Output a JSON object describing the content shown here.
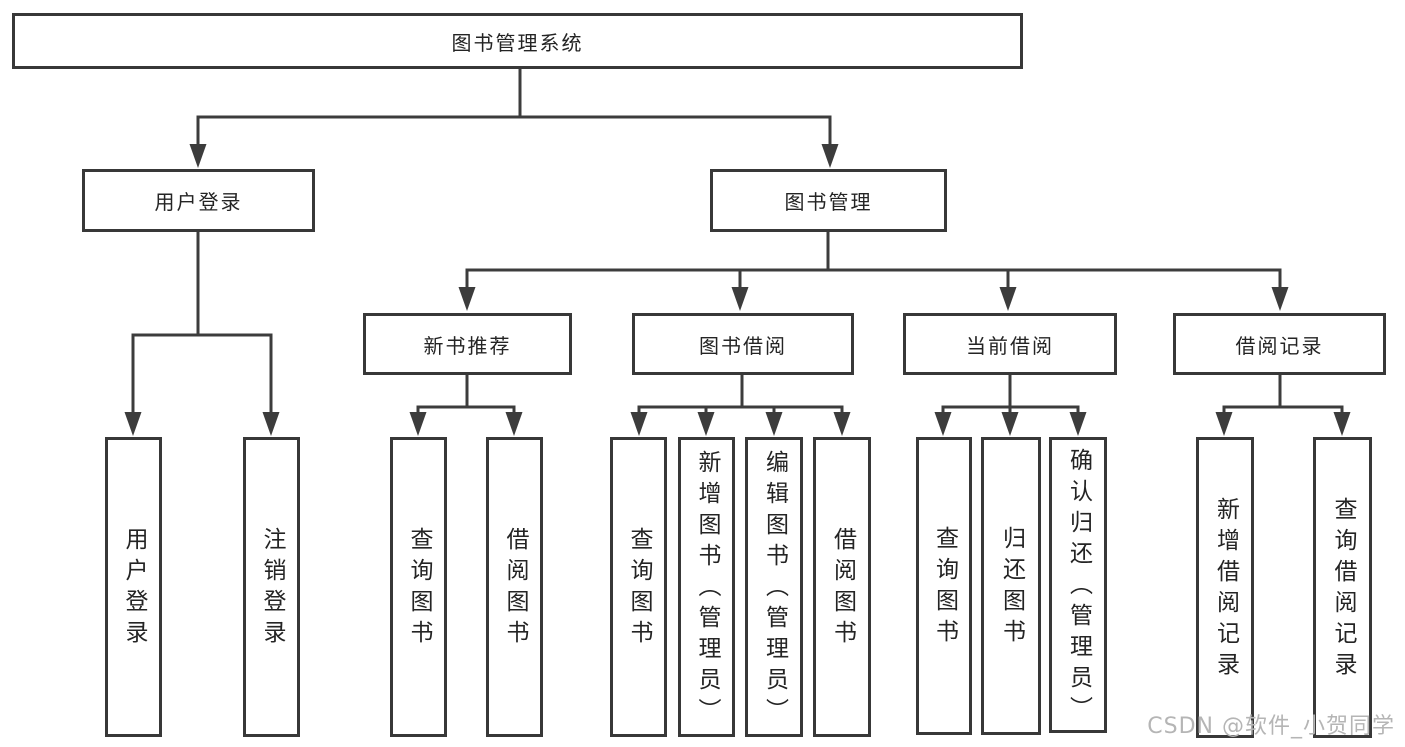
{
  "diagram": {
    "type": "tree",
    "root": {
      "label": "图书管理系统"
    },
    "branches": [
      {
        "label": "用户登录",
        "children": [
          {
            "label": "用户登录"
          },
          {
            "label": "注销登录"
          }
        ]
      },
      {
        "label": "图书管理",
        "children": [
          {
            "label": "新书推荐",
            "children": [
              {
                "label": "查询图书"
              },
              {
                "label": "借阅图书"
              }
            ]
          },
          {
            "label": "图书借阅",
            "children": [
              {
                "label": "查询图书"
              },
              {
                "label": "新增图书（管理员）"
              },
              {
                "label": "编辑图书（管理员）"
              },
              {
                "label": "借阅图书"
              }
            ]
          },
          {
            "label": "当前借阅",
            "children": [
              {
                "label": "查询图书"
              },
              {
                "label": "归还图书"
              },
              {
                "label": "确认归还（管理员）"
              }
            ]
          },
          {
            "label": "借阅记录",
            "children": [
              {
                "label": "新增借阅记录"
              },
              {
                "label": "查询借阅记录"
              }
            ]
          }
        ]
      }
    ]
  },
  "watermark": {
    "text": "CSDN @软件_小贺同学"
  },
  "colors": {
    "line": "#3c3c3c",
    "border": "#383838",
    "text": "#242424",
    "background": "#ffffff",
    "watermark": "#b5b5b5"
  }
}
